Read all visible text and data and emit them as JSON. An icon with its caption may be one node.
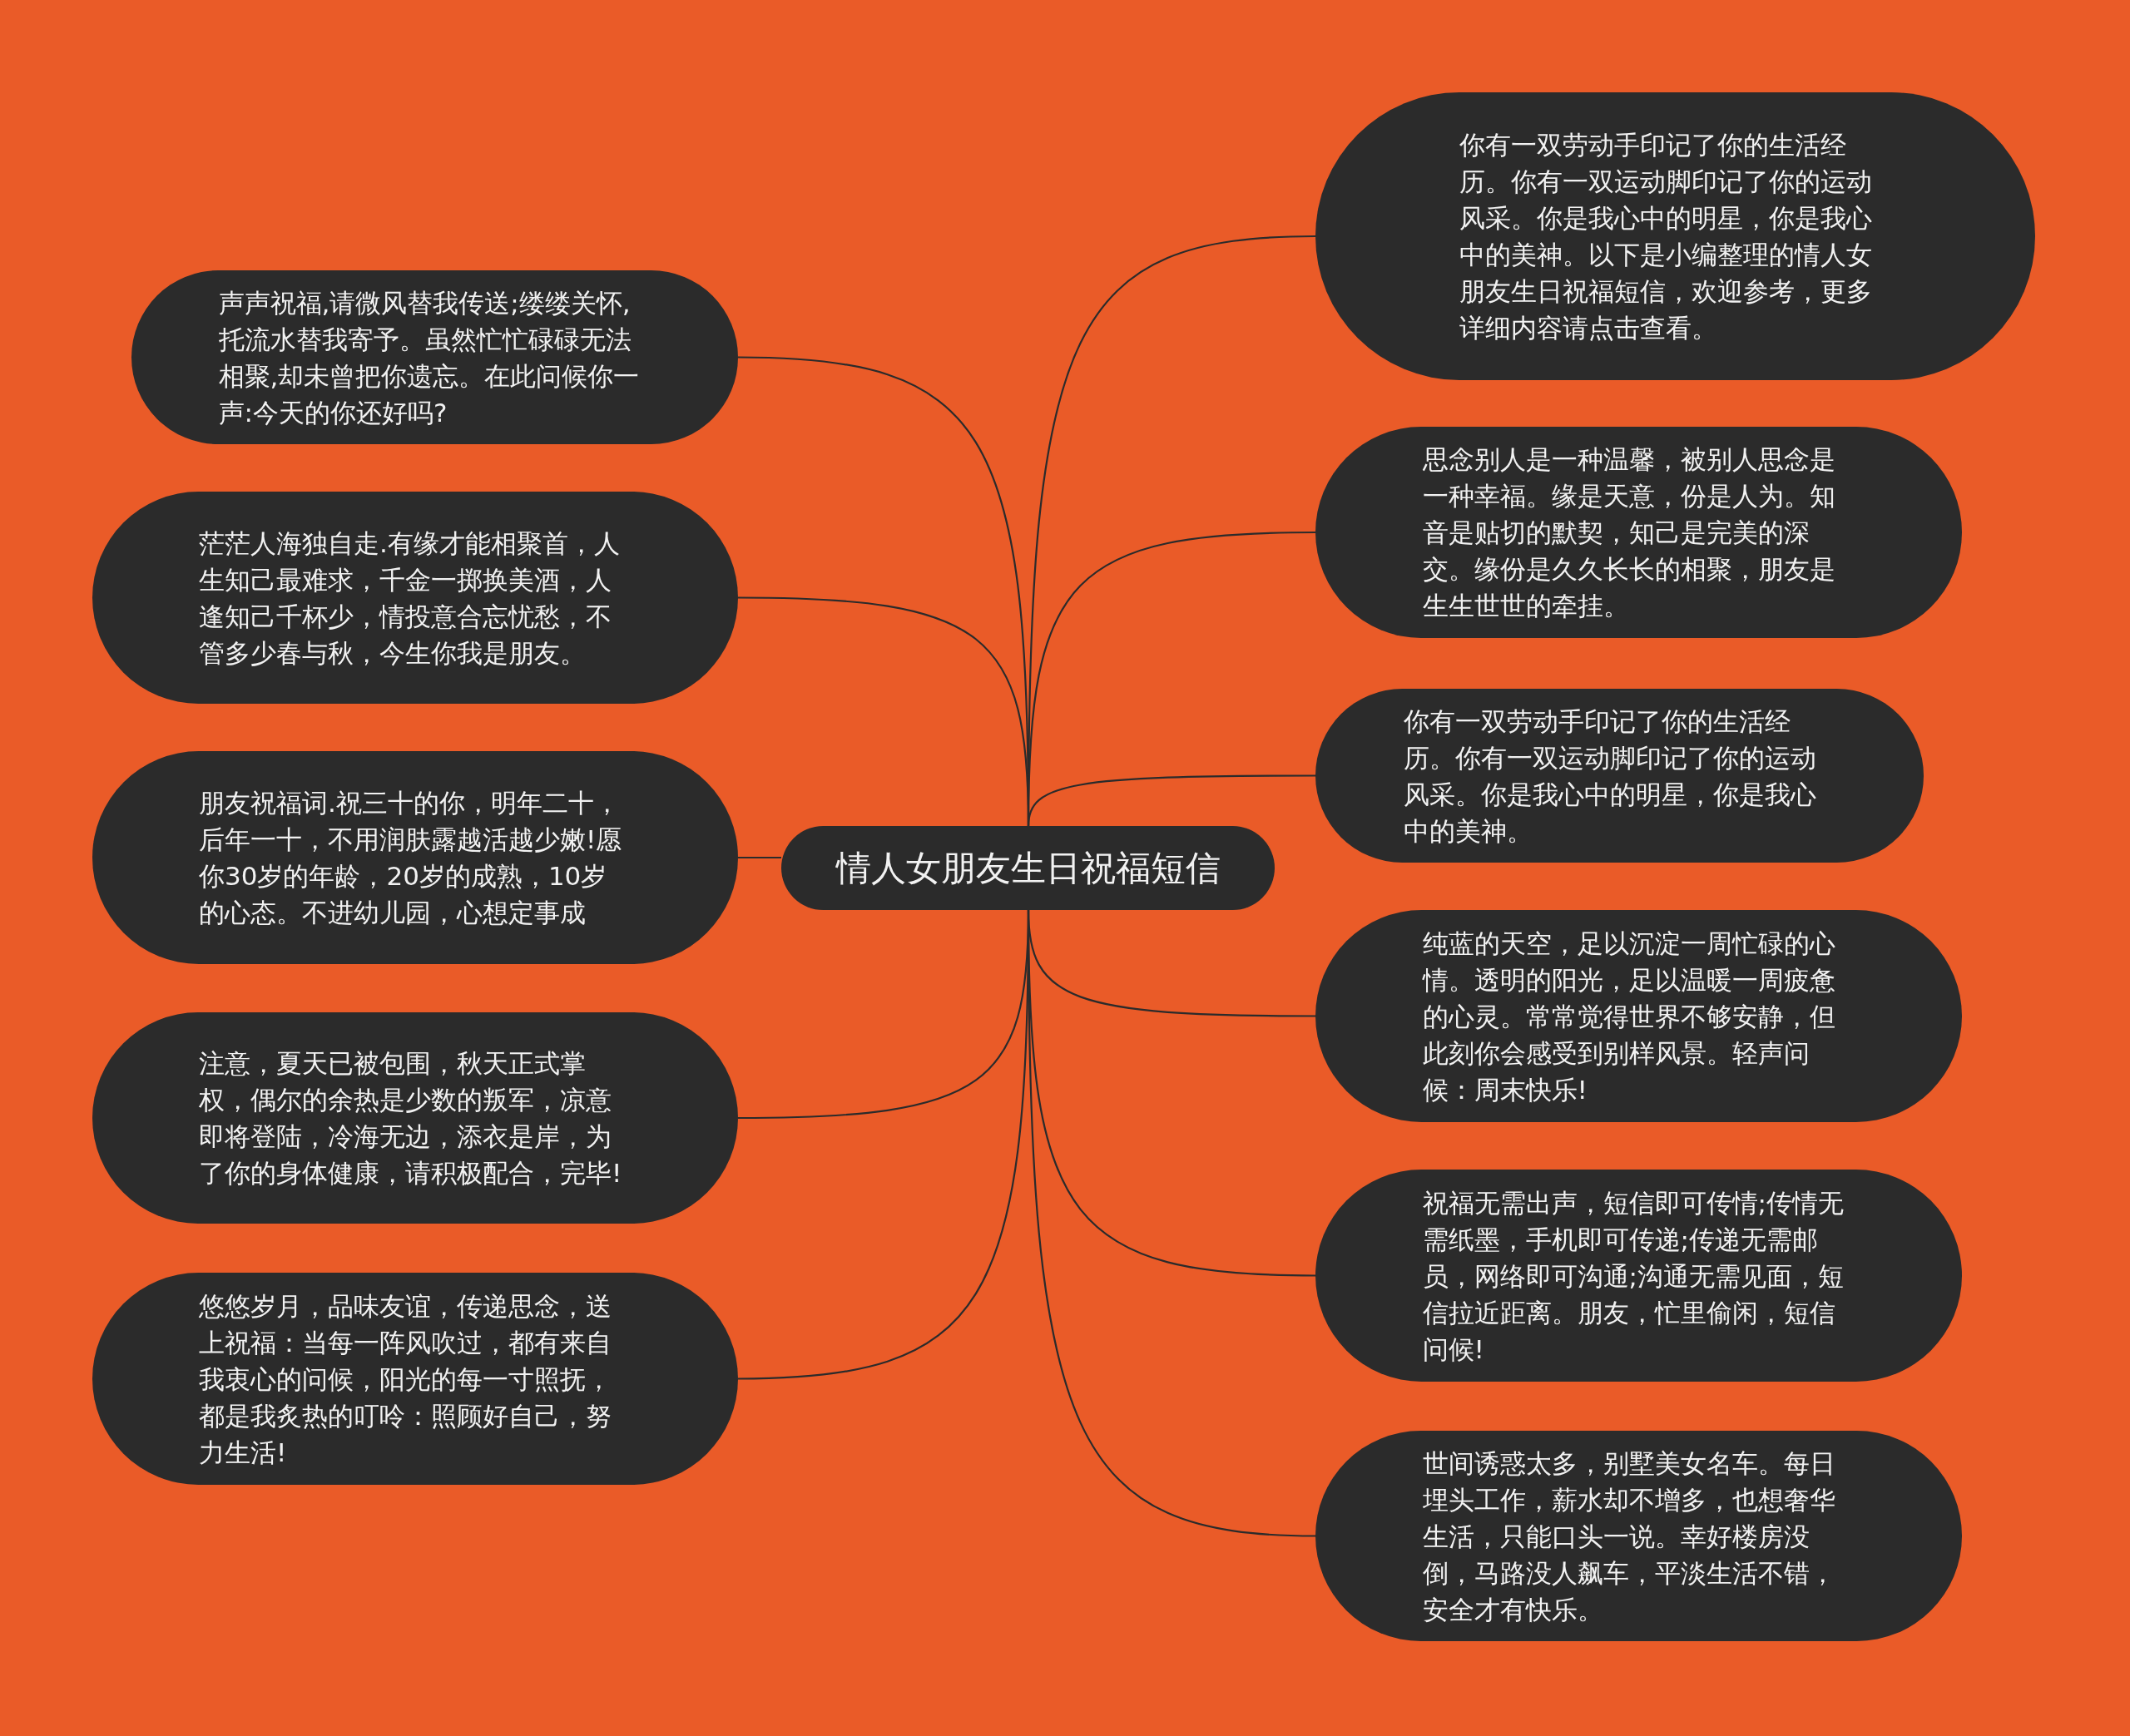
{
  "diagram": {
    "nodes": [
      {
        "text": [
          "情人女朋友生日祝福短信"
        ]
      },
      {
        "text": [
          "声声祝福,请微风替我传送;缕缕关怀,托流水替我寄予。虽然忙忙碌碌无法相聚,却未曾把你遗忘。在此问候你一声:今天的你还好吗?"
        ]
      },
      {
        "text": [
          "茫茫人海独自走.有缘才能相聚首，人生知己最难求，千金一掷换美酒，人逢知己千杯少，情投意合忘忧愁，不管多少春与秋，今生你我是朋友。"
        ]
      },
      {
        "text": [
          "朋友祝福词.祝三十的你，明年二十，后年一十，不用润肤露越活越少嫩!愿你30岁的年龄，20岁的成熟，10岁的心态。不进幼儿园，心想定事成"
        ]
      },
      {
        "text": [
          "注意，夏天已被包围，秋天正式掌权，偶尔的余热是少数的叛军，凉意即将登陆，冷海无边，添衣是岸，为了你的身体健康，请积极配合，完毕!"
        ]
      },
      {
        "text": [
          "悠悠岁月，品味友谊，传递思念，送上祝福：当每一阵风吹过，都有来自我衷心的问候，阳光的每一寸照抚，都是我炙热的叮呤：照顾好自己，努力生活!"
        ]
      },
      {
        "text": [
          "你有一双劳动手印记了你的生活经历。你有一双运动脚印记了你的运动风采。你是我心中的明星，你是我心中的美神。以下是小编整理的情人女朋友生日祝福短信，欢迎参考，更多详细内容请点击查看。"
        ]
      },
      {
        "text": [
          "思念别人是一种温馨，被别人思念是一种幸福。缘是天意，份是人为。知音是贴切的默契，知己是完美的深交。缘份是久久长长的相聚，朋友是生生世世的牵挂。"
        ]
      },
      {
        "text": [
          "你有一双劳动手印记了你的生活经历。你有一双运动脚印记了你的运动风采。你是我心中的明星，你是我心中的美神。"
        ]
      },
      {
        "text": [
          "纯蓝的天空，足以沉淀一周忙碌的心情。透明的阳光，足以温暖一周疲惫的心灵。常常觉得世界不够安静，但此刻你会感受到别样风景。轻声问候：周末快乐!"
        ]
      },
      {
        "text": [
          "祝福无需出声，短信即可传情;传情无需纸墨，手机即可传递;传递无需邮员，网络即可沟通;沟通无需见面，短信拉近距离。朋友，忙里偷闲，短信问候!"
        ]
      },
      {
        "text": [
          "世间诱惑太多，别墅美女名车。每日埋头工作，薪水却不增多，也想奢华生活，只能口头一说。幸好楼房没倒，马路没人飙车，平淡生活不错，安全才有快乐。"
        ]
      }
    ],
    "edges": [
      {
        "from": 0,
        "to": 1,
        "arrow": "none"
      },
      {
        "from": 0,
        "to": 2,
        "arrow": "none"
      },
      {
        "from": 0,
        "to": 3,
        "arrow": "none"
      },
      {
        "from": 0,
        "to": 4,
        "arrow": "none"
      },
      {
        "from": 0,
        "to": 5,
        "arrow": "none"
      },
      {
        "from": 0,
        "to": 6,
        "arrow": "none"
      },
      {
        "from": 0,
        "to": 7,
        "arrow": "none"
      },
      {
        "from": 0,
        "to": 8,
        "arrow": "none"
      },
      {
        "from": 0,
        "to": 9,
        "arrow": "none"
      },
      {
        "from": 0,
        "to": 10,
        "arrow": "none"
      },
      {
        "from": 0,
        "to": 11,
        "arrow": "none"
      }
    ]
  }
}
